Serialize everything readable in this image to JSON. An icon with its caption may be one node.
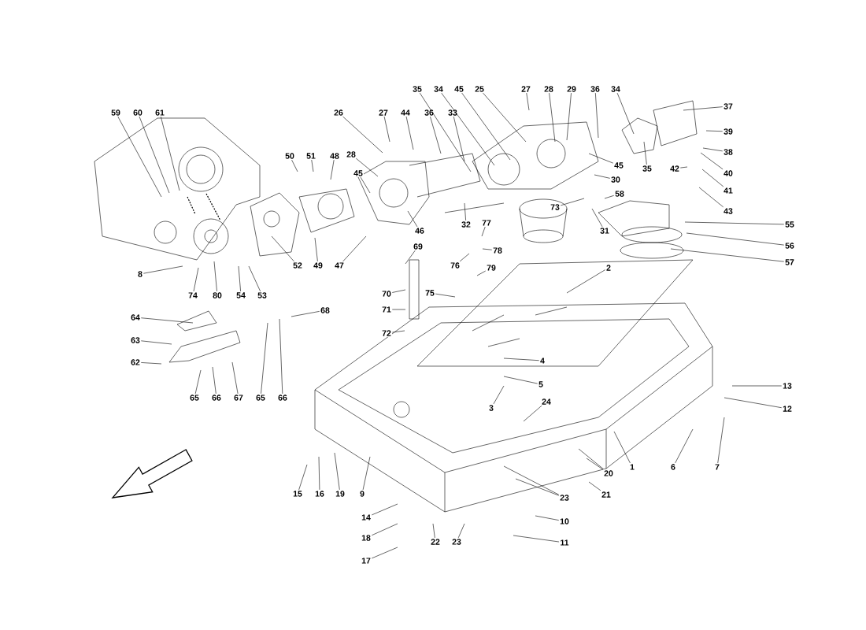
{
  "diagram": {
    "nodes": [
      {
        "text": [
          "59"
        ]
      },
      {
        "text": [
          "60"
        ]
      },
      {
        "text": [
          "61"
        ]
      },
      {
        "text": [
          "26"
        ]
      },
      {
        "text": [
          "27"
        ]
      },
      {
        "text": [
          "44"
        ]
      },
      {
        "text": [
          "36"
        ]
      },
      {
        "text": [
          "33"
        ]
      },
      {
        "text": [
          "35"
        ]
      },
      {
        "text": [
          "34"
        ]
      },
      {
        "text": [
          "45"
        ]
      },
      {
        "text": [
          "25"
        ]
      },
      {
        "text": [
          "27"
        ]
      },
      {
        "text": [
          "28"
        ]
      },
      {
        "text": [
          "29"
        ]
      },
      {
        "text": [
          "36"
        ]
      },
      {
        "text": [
          "34"
        ]
      },
      {
        "text": [
          "37"
        ]
      },
      {
        "text": [
          "39"
        ]
      },
      {
        "text": [
          "38"
        ]
      },
      {
        "text": [
          "28"
        ]
      },
      {
        "text": [
          "50"
        ]
      },
      {
        "text": [
          "51"
        ]
      },
      {
        "text": [
          "48"
        ]
      },
      {
        "text": [
          "35"
        ]
      },
      {
        "text": [
          "45"
        ]
      },
      {
        "text": [
          "42"
        ]
      },
      {
        "text": [
          "40"
        ]
      },
      {
        "text": [
          "45"
        ]
      },
      {
        "text": [
          "30"
        ]
      },
      {
        "text": [
          "41"
        ]
      },
      {
        "text": [
          "58"
        ]
      },
      {
        "text": [
          "73"
        ]
      },
      {
        "text": [
          "43"
        ]
      },
      {
        "text": [
          "55"
        ]
      },
      {
        "text": [
          "32"
        ]
      },
      {
        "text": [
          "77"
        ]
      },
      {
        "text": [
          "31"
        ]
      },
      {
        "text": [
          "46"
        ]
      },
      {
        "text": [
          "56"
        ]
      },
      {
        "text": [
          "69"
        ]
      },
      {
        "text": [
          "78"
        ]
      },
      {
        "text": [
          "52"
        ]
      },
      {
        "text": [
          "49"
        ]
      },
      {
        "text": [
          "47"
        ]
      },
      {
        "text": [
          "57"
        ]
      },
      {
        "text": [
          "76"
        ]
      },
      {
        "text": [
          "79"
        ]
      },
      {
        "text": [
          "2"
        ]
      },
      {
        "text": [
          "8"
        ]
      },
      {
        "text": [
          "75"
        ]
      },
      {
        "text": [
          "70"
        ]
      },
      {
        "text": [
          "74"
        ]
      },
      {
        "text": [
          "80"
        ]
      },
      {
        "text": [
          "54"
        ]
      },
      {
        "text": [
          "53"
        ]
      },
      {
        "text": [
          "71"
        ]
      },
      {
        "text": [
          "68"
        ]
      },
      {
        "text": [
          "64"
        ]
      },
      {
        "text": [
          "72"
        ]
      },
      {
        "text": [
          "63"
        ]
      },
      {
        "text": [
          "4"
        ]
      },
      {
        "text": [
          "62"
        ]
      },
      {
        "text": [
          "5"
        ]
      },
      {
        "text": [
          "13"
        ]
      },
      {
        "text": [
          "65"
        ]
      },
      {
        "text": [
          "66"
        ]
      },
      {
        "text": [
          "67"
        ]
      },
      {
        "text": [
          "65"
        ]
      },
      {
        "text": [
          "66"
        ]
      },
      {
        "text": [
          "24"
        ]
      },
      {
        "text": [
          "3"
        ]
      },
      {
        "text": [
          "12"
        ]
      },
      {
        "text": [
          "1"
        ]
      },
      {
        "text": [
          "6"
        ]
      },
      {
        "text": [
          "7"
        ]
      },
      {
        "text": [
          "20"
        ]
      },
      {
        "text": [
          "15"
        ]
      },
      {
        "text": [
          "16"
        ]
      },
      {
        "text": [
          "19"
        ]
      },
      {
        "text": [
          "9"
        ]
      },
      {
        "text": [
          "21"
        ]
      },
      {
        "text": [
          "23"
        ]
      },
      {
        "text": [
          "14"
        ]
      },
      {
        "text": [
          "10"
        ]
      },
      {
        "text": [
          "18"
        ]
      },
      {
        "text": [
          "22"
        ]
      },
      {
        "text": [
          "23"
        ]
      },
      {
        "text": [
          "11"
        ]
      },
      {
        "text": [
          "17"
        ]
      }
    ],
    "edges": [
      {
        "from": 0,
        "to": null,
        "arrow": "none"
      },
      {
        "from": 1,
        "to": null,
        "arrow": "none"
      },
      {
        "from": 2,
        "to": null,
        "arrow": "none"
      },
      {
        "from": 3,
        "to": null,
        "arrow": "none"
      },
      {
        "from": 4,
        "to": null,
        "arrow": "none"
      },
      {
        "from": 5,
        "to": null,
        "arrow": "none"
      },
      {
        "from": 6,
        "to": null,
        "arrow": "none"
      },
      {
        "from": 7,
        "to": null,
        "arrow": "none"
      },
      {
        "from": 8,
        "to": null,
        "arrow": "none"
      },
      {
        "from": 9,
        "to": null,
        "arrow": "none"
      },
      {
        "from": 10,
        "to": null,
        "arrow": "none"
      },
      {
        "from": 11,
        "to": null,
        "arrow": "none"
      },
      {
        "from": 12,
        "to": null,
        "arrow": "none"
      },
      {
        "from": 13,
        "to": null,
        "arrow": "none"
      },
      {
        "from": 14,
        "to": null,
        "arrow": "none"
      },
      {
        "from": 15,
        "to": null,
        "arrow": "none"
      },
      {
        "from": 16,
        "to": null,
        "arrow": "none"
      },
      {
        "from": 17,
        "to": null,
        "arrow": "none"
      },
      {
        "from": 18,
        "to": null,
        "arrow": "none"
      },
      {
        "from": 19,
        "to": null,
        "arrow": "none"
      },
      {
        "from": 20,
        "to": null,
        "arrow": "none"
      },
      {
        "from": 21,
        "to": null,
        "arrow": "none"
      },
      {
        "from": 22,
        "to": null,
        "arrow": "none"
      },
      {
        "from": 23,
        "to": null,
        "arrow": "none"
      },
      {
        "from": 24,
        "to": null,
        "arrow": "none"
      },
      {
        "from": 25,
        "to": null,
        "arrow": "none"
      },
      {
        "from": 26,
        "to": null,
        "arrow": "none"
      },
      {
        "from": 27,
        "to": null,
        "arrow": "none"
      },
      {
        "from": 28,
        "to": null,
        "arrow": "none"
      },
      {
        "from": 29,
        "to": null,
        "arrow": "none"
      },
      {
        "from": 30,
        "to": null,
        "arrow": "none"
      },
      {
        "from": 31,
        "to": null,
        "arrow": "none"
      },
      {
        "from": 32,
        "to": null,
        "arrow": "none"
      },
      {
        "from": 33,
        "to": null,
        "arrow": "none"
      },
      {
        "from": 34,
        "to": null,
        "arrow": "none"
      },
      {
        "from": 35,
        "to": null,
        "arrow": "none"
      },
      {
        "from": 36,
        "to": null,
        "arrow": "none"
      },
      {
        "from": 37,
        "to": null,
        "arrow": "none"
      },
      {
        "from": 38,
        "to": null,
        "arrow": "none"
      },
      {
        "from": 39,
        "to": null,
        "arrow": "none"
      },
      {
        "from": 40,
        "to": null,
        "arrow": "none"
      },
      {
        "from": 41,
        "to": null,
        "arrow": "none"
      },
      {
        "from": 42,
        "to": null,
        "arrow": "none"
      },
      {
        "from": 43,
        "to": null,
        "arrow": "none"
      },
      {
        "from": 44,
        "to": null,
        "arrow": "none"
      },
      {
        "from": 45,
        "to": null,
        "arrow": "none"
      },
      {
        "from": 46,
        "to": null,
        "arrow": "none"
      },
      {
        "from": 47,
        "to": null,
        "arrow": "none"
      },
      {
        "from": 48,
        "to": null,
        "arrow": "none"
      },
      {
        "from": 49,
        "to": null,
        "arrow": "none"
      },
      {
        "from": 50,
        "to": null,
        "arrow": "none"
      },
      {
        "from": 51,
        "to": null,
        "arrow": "none"
      },
      {
        "from": 52,
        "to": null,
        "arrow": "none"
      },
      {
        "from": 53,
        "to": null,
        "arrow": "none"
      },
      {
        "from": 54,
        "to": null,
        "arrow": "none"
      },
      {
        "from": 55,
        "to": null,
        "arrow": "none"
      },
      {
        "from": 56,
        "to": null,
        "arrow": "none"
      },
      {
        "from": 57,
        "to": null,
        "arrow": "none"
      },
      {
        "from": 58,
        "to": null,
        "arrow": "none"
      },
      {
        "from": 59,
        "to": null,
        "arrow": "none"
      },
      {
        "from": 60,
        "to": null,
        "arrow": "none"
      },
      {
        "from": 61,
        "to": null,
        "arrow": "none"
      },
      {
        "from": 62,
        "to": null,
        "arrow": "none"
      },
      {
        "from": 63,
        "to": null,
        "arrow": "none"
      },
      {
        "from": 64,
        "to": null,
        "arrow": "none"
      },
      {
        "from": 65,
        "to": null,
        "arrow": "none"
      },
      {
        "from": 66,
        "to": null,
        "arrow": "none"
      },
      {
        "from": 67,
        "to": null,
        "arrow": "none"
      },
      {
        "from": 68,
        "to": null,
        "arrow": "none"
      },
      {
        "from": 69,
        "to": null,
        "arrow": "none"
      },
      {
        "from": 70,
        "to": null,
        "arrow": "none"
      },
      {
        "from": 71,
        "to": null,
        "arrow": "none"
      },
      {
        "from": 72,
        "to": null,
        "arrow": "none"
      },
      {
        "from": 73,
        "to": null,
        "arrow": "none"
      },
      {
        "from": 74,
        "to": null,
        "arrow": "none"
      },
      {
        "from": 75,
        "to": null,
        "arrow": "none"
      },
      {
        "from": 76,
        "to": null,
        "arrow": "none"
      },
      {
        "from": 76,
        "to": null,
        "arrow": "none"
      },
      {
        "from": 77,
        "to": null,
        "arrow": "none"
      },
      {
        "from": 78,
        "to": null,
        "arrow": "none"
      },
      {
        "from": 79,
        "to": null,
        "arrow": "none"
      },
      {
        "from": 80,
        "to": null,
        "arrow": "none"
      },
      {
        "from": 81,
        "to": null,
        "arrow": "none"
      },
      {
        "from": 82,
        "to": null,
        "arrow": "none"
      },
      {
        "from": 82,
        "to": null,
        "arrow": "none"
      },
      {
        "from": 83,
        "to": null,
        "arrow": "none"
      },
      {
        "from": 84,
        "to": null,
        "arrow": "none"
      },
      {
        "from": 85,
        "to": null,
        "arrow": "none"
      },
      {
        "from": 86,
        "to": null,
        "arrow": "none"
      },
      {
        "from": 87,
        "to": null,
        "arrow": "none"
      },
      {
        "from": 88,
        "to": null,
        "arrow": "none"
      },
      {
        "from": 89,
        "to": null,
        "arrow": "none"
      }
    ]
  }
}
